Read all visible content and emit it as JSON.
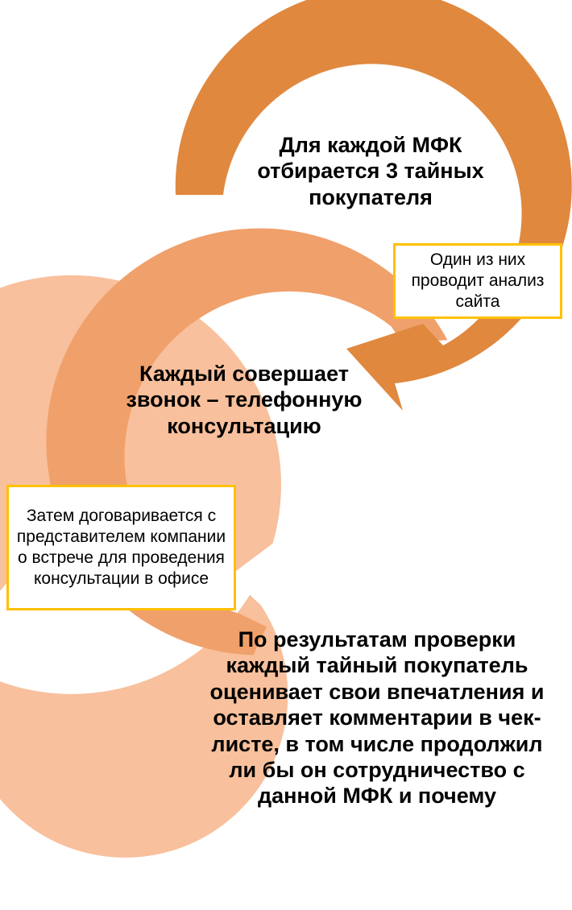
{
  "steps": [
    {
      "text": "Для каждой МФК отбирается 3 тайных покупателя",
      "color": "#e0883e"
    },
    {
      "text": "Каждый совершает звонок – телефонную консультацию",
      "color": "#f0a06a"
    },
    {
      "text": "По результатам проверки каждый тайный покупатель оценивает свои впечатления и оставляет комментарии в чек-листе, в том числе продолжил ли бы он сотрудничество с данной МФК и почему",
      "color": "#f8c09c"
    }
  ],
  "callouts": [
    {
      "text": "Один из них проводит анализ сайта"
    },
    {
      "text": "Затем договаривается с представителем компании о встрече для проведения консультации в офисе"
    }
  ],
  "colors": {
    "callout_border": "#ffc000"
  }
}
